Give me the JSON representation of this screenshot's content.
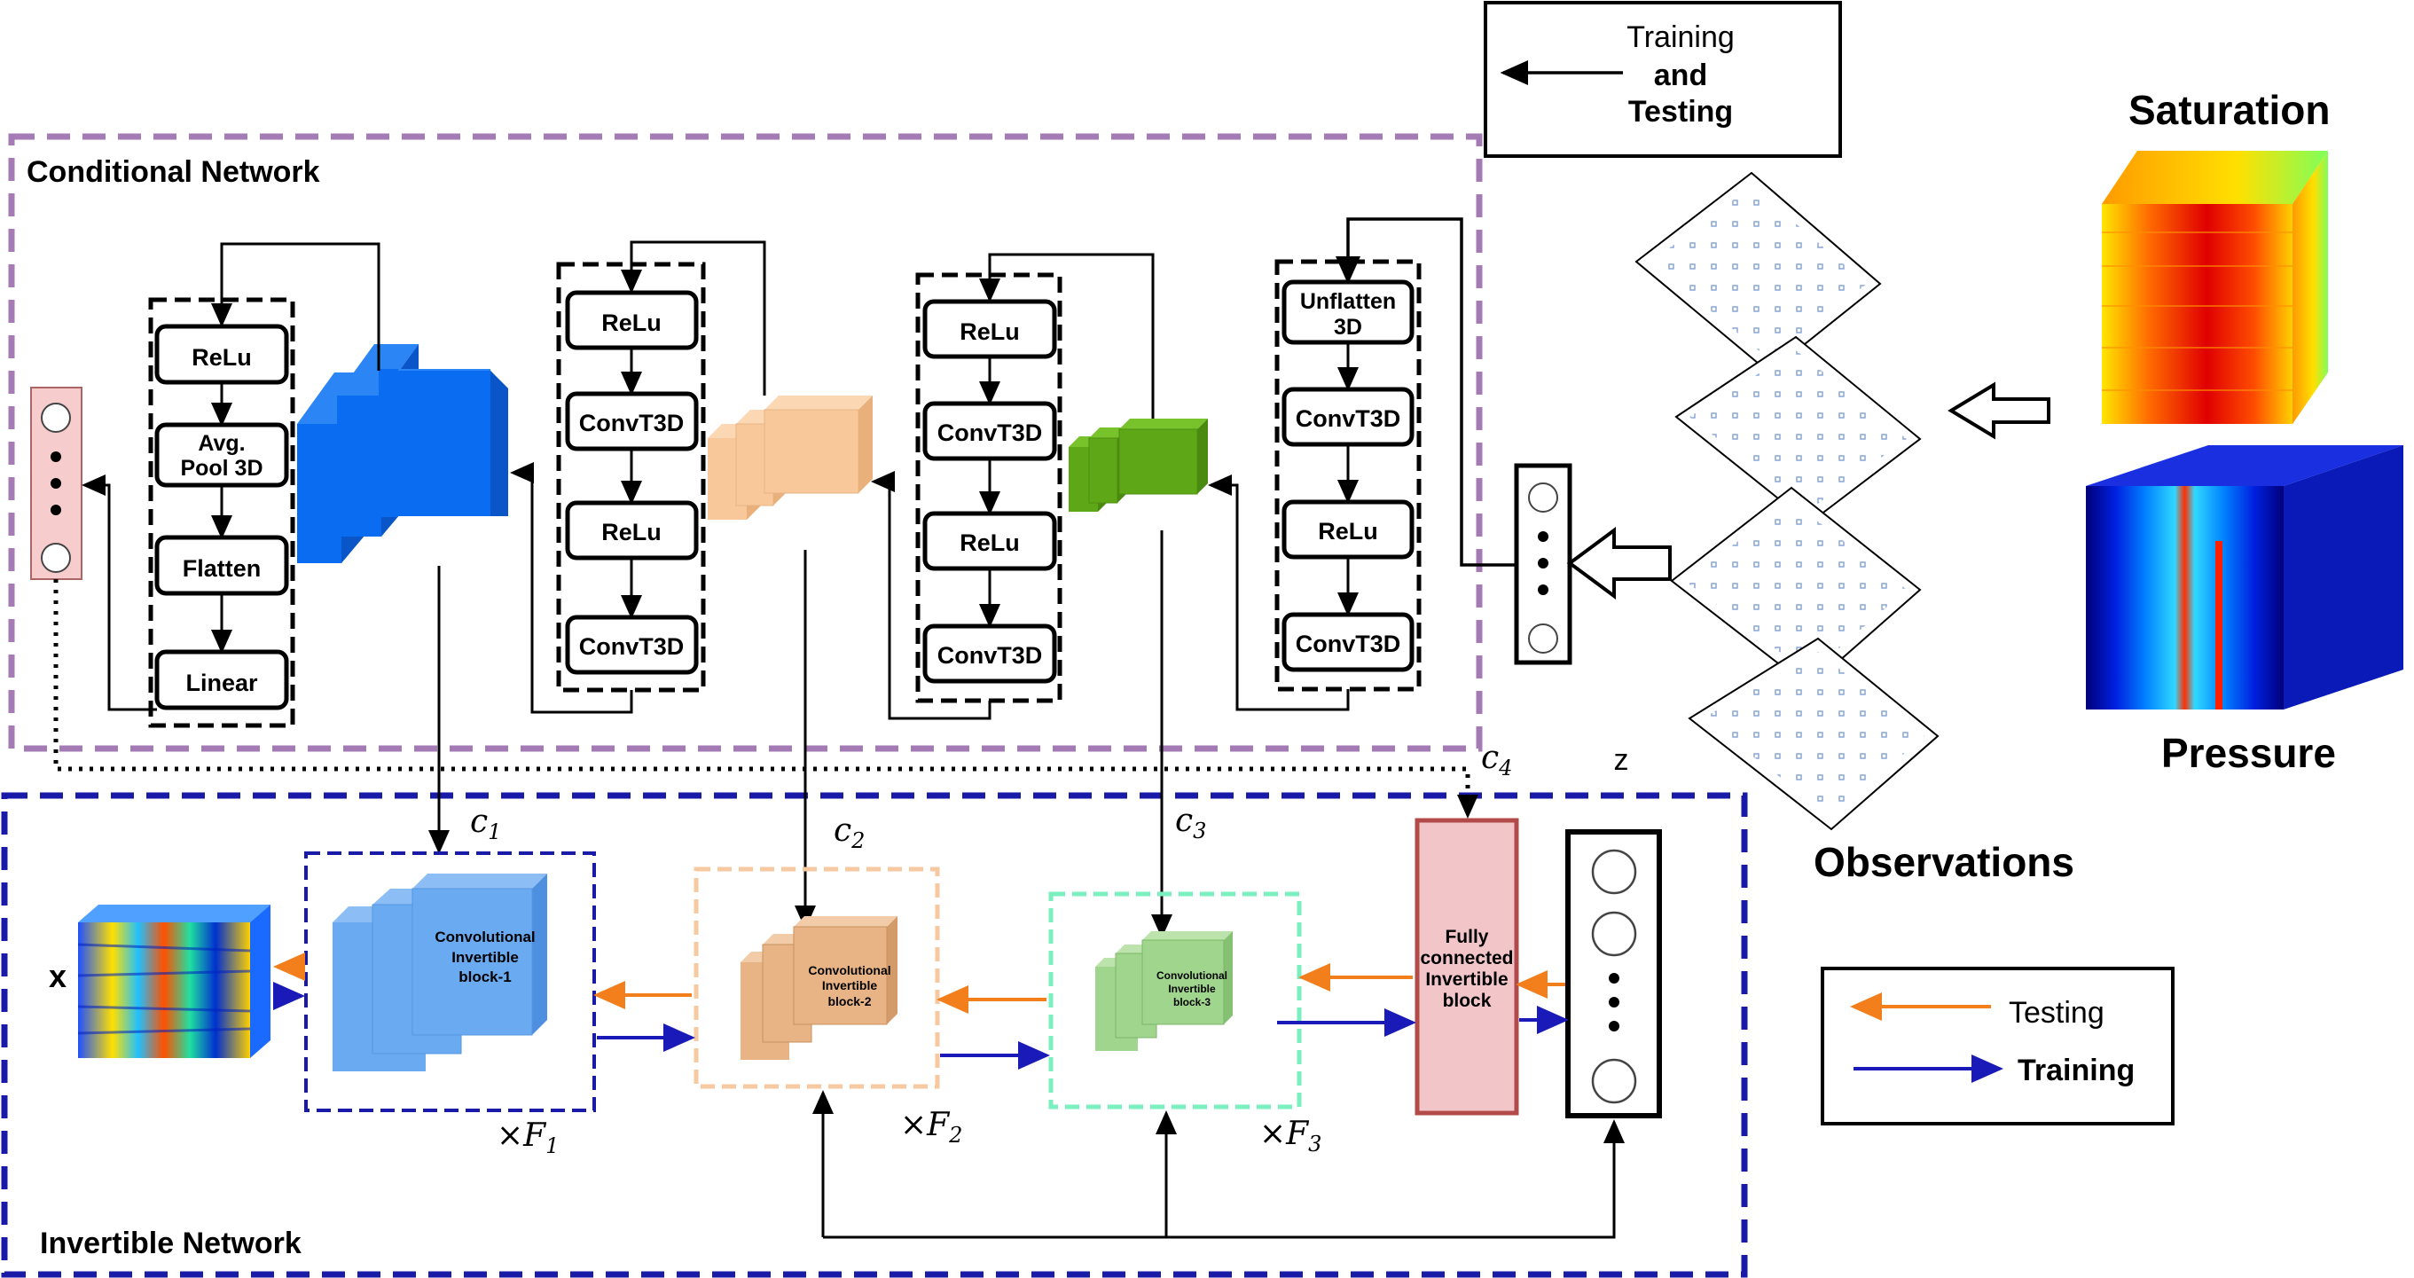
{
  "legend_top": {
    "l1": "Training",
    "l2": "and",
    "l3": "Testing"
  },
  "conditional_title": "Conditional Network",
  "invertible_title": "Invertible Network",
  "saturation": "Saturation",
  "pressure": "Pressure",
  "observations": "Observations",
  "z_label": "z",
  "x_label": "x",
  "stage1": {
    "relu": "ReLu",
    "pool_l1": "Avg.",
    "pool_l2": "Pool 3D",
    "flatten": "Flatten",
    "linear": "Linear"
  },
  "stage2": {
    "relu1": "ReLu",
    "conv1": "ConvT3D",
    "relu2": "ReLu",
    "conv2": "ConvT3D"
  },
  "stage3": {
    "relu1": "ReLu",
    "conv1": "ConvT3D",
    "relu2": "ReLu",
    "conv2": "ConvT3D"
  },
  "stage4": {
    "unflat_l1": "Unflatten",
    "unflat_l2": "3D",
    "conv1": "ConvT3D",
    "relu": "ReLu",
    "conv2": "ConvT3D"
  },
  "blocks": {
    "b1": {
      "l1": "Convolutional",
      "l2": "Invertible",
      "l3": "block-1"
    },
    "b2": {
      "l1": "Convolutional",
      "l2": "Invertible",
      "l3": "block-2"
    },
    "b3": {
      "l1": "Convolutional",
      "l2": "Invertible",
      "l3": "block-3"
    },
    "fc": {
      "l1": "Fully",
      "l2": "connected",
      "l3": "Invertible",
      "l4": "block"
    }
  },
  "cond_labels": {
    "c1": "c",
    "c2": "c",
    "c3": "c",
    "c4": "c",
    "s1": "1",
    "s2": "2",
    "s3": "3",
    "s4": "4"
  },
  "repeat_labels": {
    "f1": "×F",
    "f2": "×F",
    "f3": "×F",
    "s1": "1",
    "s2": "2",
    "s3": "3"
  },
  "legend_bottom": {
    "testing": "Testing",
    "training": "Training"
  },
  "colors": {
    "purple": "#a57bb5",
    "navy": "#1a1aa8",
    "orange": "#f27f1b",
    "blue_arrow": "#1a1ab8",
    "blue_cube": "#0a6cf0",
    "peach_cube": "#f8c79a",
    "green_cube": "#5ea817",
    "block1": "#6aaaf0",
    "block2": "#e8b486",
    "block3": "#9fd58c",
    "fc": "#f2c6c9",
    "fc_border": "#b24a4a"
  }
}
